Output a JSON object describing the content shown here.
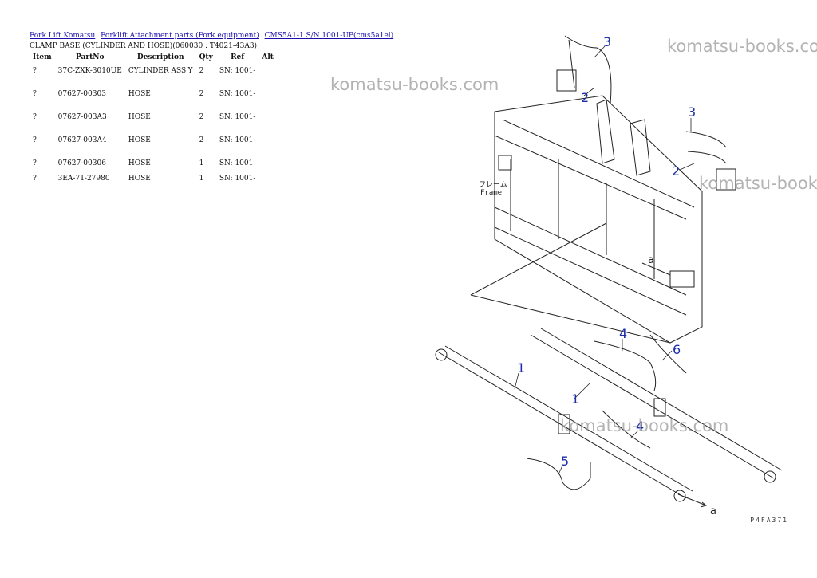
{
  "breadcrumb": {
    "links": [
      "Fork Lift Komatsu",
      "Forklift Attachment parts (Fork equipment)",
      "CMS5A1-1 S/N 1001-UP(cms5a1el)"
    ]
  },
  "page_title": "CLAMP BASE (CYLINDER AND HOSE)(060030 : T4021-43A3)",
  "table": {
    "headers": [
      "Item",
      "PartNo",
      "Description",
      "Qty",
      "Ref",
      "Alt"
    ],
    "rows": [
      {
        "item": "?",
        "partno": "37C-ZXK-3010UE",
        "description": "CYLINDER ASS'Y",
        "qty": "2",
        "ref": "SN: 1001-",
        "alt": ""
      },
      {
        "item": "?",
        "partno": "07627-00303",
        "description": "HOSE",
        "qty": "2",
        "ref": "SN: 1001-",
        "alt": ""
      },
      {
        "item": "?",
        "partno": "07627-003A3",
        "description": "HOSE",
        "qty": "2",
        "ref": "SN: 1001-",
        "alt": ""
      },
      {
        "item": "?",
        "partno": "07627-003A4",
        "description": "HOSE",
        "qty": "2",
        "ref": "SN: 1001-",
        "alt": ""
      },
      {
        "item": "?",
        "partno": "07627-00306",
        "description": "HOSE",
        "qty": "1",
        "ref": "SN: 1001-",
        "alt": ""
      },
      {
        "item": "?",
        "partno": "3EA-71-27980",
        "description": "HOSE",
        "qty": "1",
        "ref": "SN: 1001-",
        "alt": ""
      }
    ]
  },
  "watermark": {
    "text_1": "komatsu-books.com",
    "text_2": "komatsu-books.co",
    "text_3": "komatsu-book",
    "text_4": "komatsu-books.com"
  },
  "diagram": {
    "frame_label_1": "フレーム",
    "frame_label_2": "Frame",
    "callouts": [
      "3",
      "2",
      "3",
      "2",
      "4",
      "6",
      "1",
      "1",
      "4",
      "5"
    ],
    "arrow_label_1": "a",
    "arrow_label_2": "a",
    "drawing_code": "P4FA371"
  },
  "colors": {
    "link": "#1a0dab",
    "callout": "#1c2fa8",
    "line": "#222222",
    "watermark": "#9a9a9a"
  }
}
